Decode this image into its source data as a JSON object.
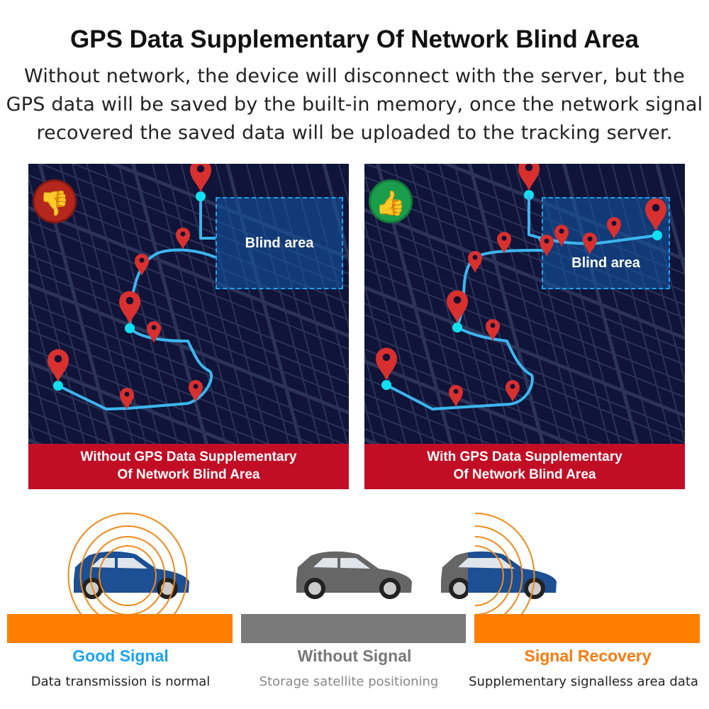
{
  "title": "GPS Data Supplementary Of Network Blind Area",
  "description": [
    "Without network, the device will disconnect with the server, but the",
    "GPS data will be saved by the built-in memory, once the network signal",
    "recovered the saved data will be uploaded to the tracking server."
  ],
  "panels": [
    {
      "icon": "thumbs-down-icon",
      "blind_label": "Blind area",
      "caption_line1": "Without GPS Data Supplementary",
      "caption_line2": "Of Network Blind Area"
    },
    {
      "icon": "thumbs-up-icon",
      "blind_label": "Blind area",
      "caption_line1": "With GPS Data Supplementary",
      "caption_line2": "Of Network Blind Area"
    }
  ],
  "states": [
    {
      "label": "Good Signal",
      "description": "Data transmission is normal",
      "color": "#1aa3f0"
    },
    {
      "label": "Without Signal",
      "description": "Storage satellite positioning",
      "color": "#777777"
    },
    {
      "label": "Signal Recovery",
      "description": "Supplementary signalless area data",
      "color": "#f77b0d"
    }
  ],
  "colors": {
    "map_bg": "#0f1438",
    "route": "#3cb6f0",
    "pin": "#d8302f",
    "band": "#c20e25",
    "bar_orange": "#ff7f00",
    "bar_gray": "#7a7a7a"
  }
}
